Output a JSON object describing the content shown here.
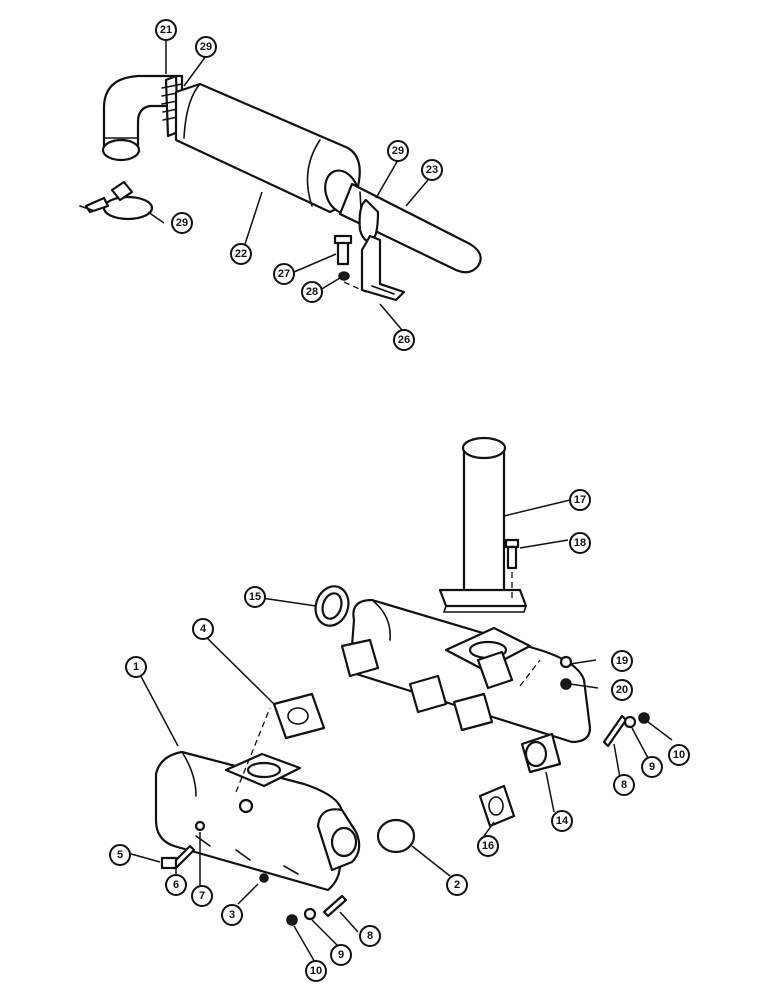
{
  "callouts": {
    "c1": "1",
    "c2": "2",
    "c3": "3",
    "c4": "4",
    "c5": "5",
    "c6": "6",
    "c7": "7",
    "c8a": "8",
    "c8b": "8",
    "c9a": "9",
    "c9b": "9",
    "c10a": "10",
    "c10b": "10",
    "c14": "14",
    "c15": "15",
    "c16": "16",
    "c17": "17",
    "c18": "18",
    "c19": "19",
    "c20": "20",
    "c21": "21",
    "c22": "22",
    "c23": "23",
    "c26": "26",
    "c27": "27",
    "c28": "28",
    "c29a": "29",
    "c29b": "29",
    "c29c": "29"
  },
  "colors": {
    "line": "#111111",
    "background": "#ffffff"
  }
}
